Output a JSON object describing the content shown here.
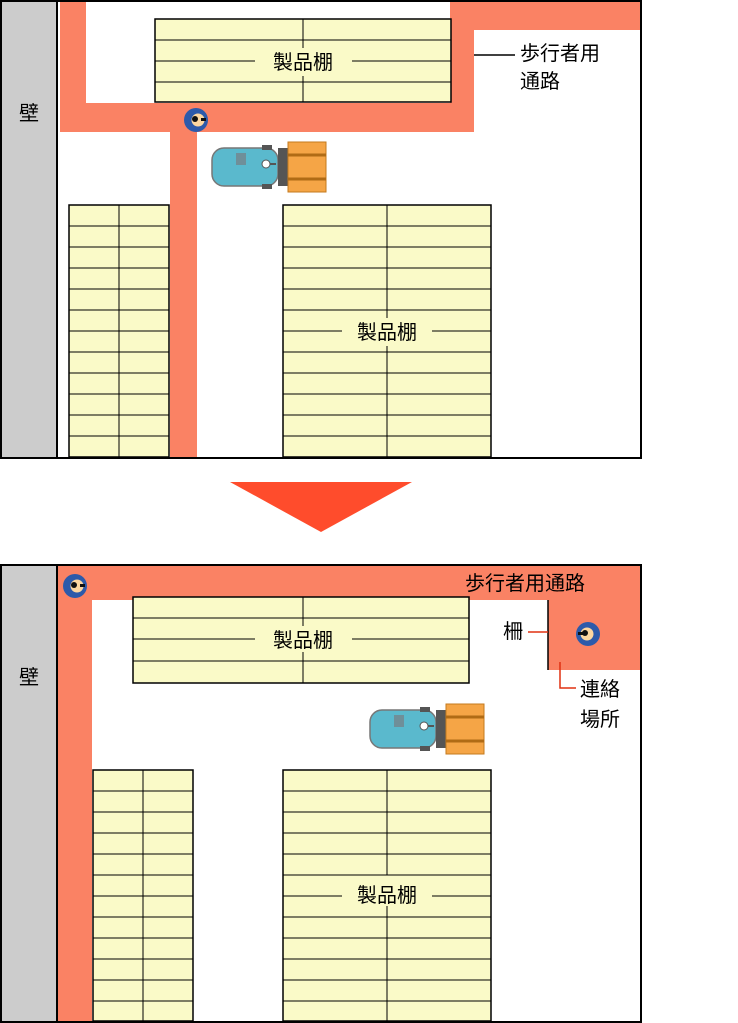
{
  "colors": {
    "wall": "#cccccc",
    "walkway": "#fa8264",
    "shelf": "#fafac8",
    "arrow": "#ff4c2c",
    "forklift_body": "#5ab9cd",
    "pallet": "#f5a546",
    "worker": "#2d5aaa",
    "line": "#000000"
  },
  "icons": [
    "forklift-icon",
    "worker-icon",
    "down-arrow-icon"
  ],
  "before": {
    "wall_label": "壁",
    "shelf_top_label": "製品棚",
    "shelf_big_label": "製品棚",
    "walkway_label_1": "歩行者用",
    "walkway_label_2": "通路"
  },
  "after": {
    "wall_label": "壁",
    "walkway_label": "歩行者用通路",
    "shelf_top_label": "製品棚",
    "shelf_big_label": "製品棚",
    "fence_label": "柵",
    "contact_label_1": "連絡",
    "contact_label_2": "場所"
  }
}
